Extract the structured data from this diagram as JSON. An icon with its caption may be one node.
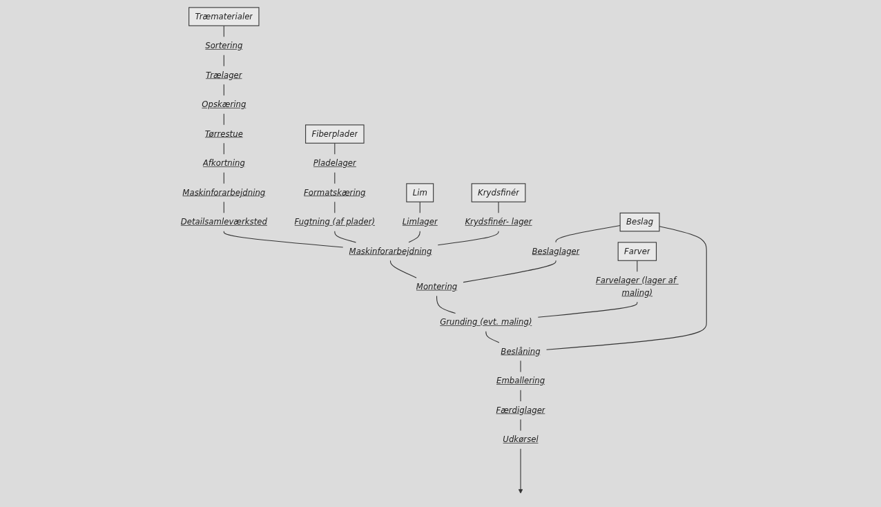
{
  "diagram": {
    "nodes": [
      {
        "text": [
          "Træmaterialer"
        ]
      },
      {
        "text": [
          "Sortering"
        ]
      },
      {
        "text": [
          "Trælager"
        ]
      },
      {
        "text": [
          "Opskæring"
        ]
      },
      {
        "text": [
          "Tørrestue"
        ]
      },
      {
        "text": [
          "Afkortning"
        ]
      },
      {
        "text": [
          "Maskinforarbejdning"
        ]
      },
      {
        "text": [
          "Detailsamleværksted"
        ]
      },
      {
        "text": [
          "Maskinforarbejdning"
        ]
      },
      {
        "text": [
          "Montering"
        ]
      },
      {
        "text": [
          "Grunding (evt. maling)"
        ]
      },
      {
        "text": [
          "Beslåning"
        ]
      },
      {
        "text": [
          "Emballering"
        ]
      },
      {
        "text": [
          "Færdiglager"
        ]
      },
      {
        "text": [
          "Udkørsel"
        ]
      },
      {
        "text": [
          "Fiberplader"
        ]
      },
      {
        "text": [
          "Pladelager"
        ]
      },
      {
        "text": [
          "Formatskæring"
        ]
      },
      {
        "text": [
          "Fugtning (af plader)"
        ]
      },
      {
        "text": [
          "Lim"
        ]
      },
      {
        "text": [
          "Limlager"
        ]
      },
      {
        "text": [
          "Krydsfinér"
        ]
      },
      {
        "text": [
          "Krydsfinér- lager"
        ]
      },
      {
        "text": [
          "Beslag"
        ]
      },
      {
        "text": [
          "Beslaglager"
        ]
      },
      {
        "text": [
          "Farver"
        ]
      },
      {
        "text": [
          "Farvelager (lager af maling)"
        ]
      }
    ],
    "edges": [
      {
        "from": 0,
        "to": 1,
        "arrow": "none"
      },
      {
        "from": 1,
        "to": 2,
        "arrow": "none"
      },
      {
        "from": 2,
        "to": 3,
        "arrow": "none"
      },
      {
        "from": 3,
        "to": 4,
        "arrow": "none"
      },
      {
        "from": 4,
        "to": 5,
        "arrow": "none"
      },
      {
        "from": 5,
        "to": 6,
        "arrow": "none"
      },
      {
        "from": 6,
        "to": 7,
        "arrow": "none"
      },
      {
        "from": 7,
        "to": 8,
        "arrow": "none"
      },
      {
        "from": 8,
        "to": 9,
        "arrow": "none"
      },
      {
        "from": 9,
        "to": 10,
        "arrow": "none"
      },
      {
        "from": 10,
        "to": 11,
        "arrow": "none"
      },
      {
        "from": 11,
        "to": 12,
        "arrow": "none"
      },
      {
        "from": 12,
        "to": 13,
        "arrow": "none"
      },
      {
        "from": 13,
        "to": 14,
        "arrow": "none"
      },
      {
        "from": 14,
        "to": null,
        "arrow": "to"
      },
      {
        "from": 15,
        "to": 16,
        "arrow": "none"
      },
      {
        "from": 16,
        "to": 17,
        "arrow": "none"
      },
      {
        "from": 17,
        "to": 18,
        "arrow": "none"
      },
      {
        "from": 18,
        "to": 8,
        "arrow": "none"
      },
      {
        "from": 19,
        "to": 20,
        "arrow": "none"
      },
      {
        "from": 20,
        "to": 8,
        "arrow": "none"
      },
      {
        "from": 21,
        "to": 22,
        "arrow": "none"
      },
      {
        "from": 22,
        "to": 8,
        "arrow": "none"
      },
      {
        "from": 23,
        "to": 24,
        "arrow": "none"
      },
      {
        "from": 24,
        "to": 9,
        "arrow": "none"
      },
      {
        "from": 23,
        "to": 11,
        "arrow": "none"
      },
      {
        "from": 25,
        "to": 26,
        "arrow": "none"
      },
      {
        "from": 26,
        "to": 10,
        "arrow": "none"
      }
    ]
  }
}
